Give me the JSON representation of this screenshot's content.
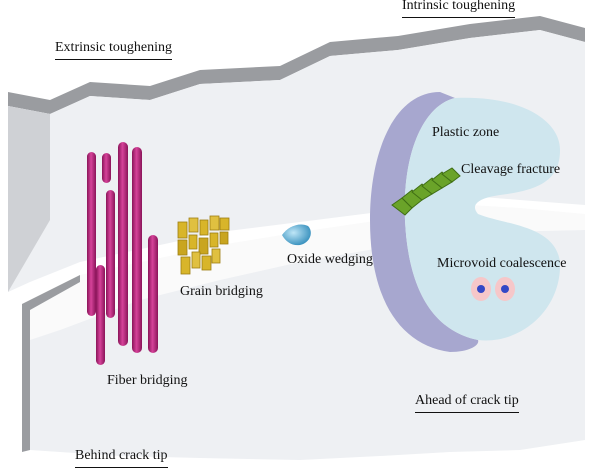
{
  "labels": {
    "intrinsic_toughening": "Intrinsic toughening",
    "extrinsic_toughening": "Extrinsic toughening",
    "plastic_zone": "Plastic zone",
    "cleavage_fracture": "Cleavage fracture",
    "oxide_wedging": "Oxide wedging",
    "microvoid_coalescence": "Microvoid coalescence",
    "grain_bridging": "Grain bridging",
    "fiber_bridging": "Fiber bridging",
    "ahead_of_crack_tip": "Ahead of crack tip",
    "behind_crack_tip": "Behind crack tip"
  },
  "colors": {
    "plate_face": "#eef0f3",
    "plate_edge": "#9a9ca0",
    "crack_floor": "#fafafa",
    "plastic_zone_fill": "#cfe6ee",
    "plastic_zone_rim": "#a7a7cf",
    "fiber": "#c1207f",
    "fiber_dark": "#8a1459",
    "grain": "#d8b52a",
    "grain_dark": "#9e7f12",
    "oxide": "#3aa6d6",
    "cleavage": "#6aa329",
    "void_outer": "#f6c7c9",
    "void_inner": "#3347c6"
  }
}
